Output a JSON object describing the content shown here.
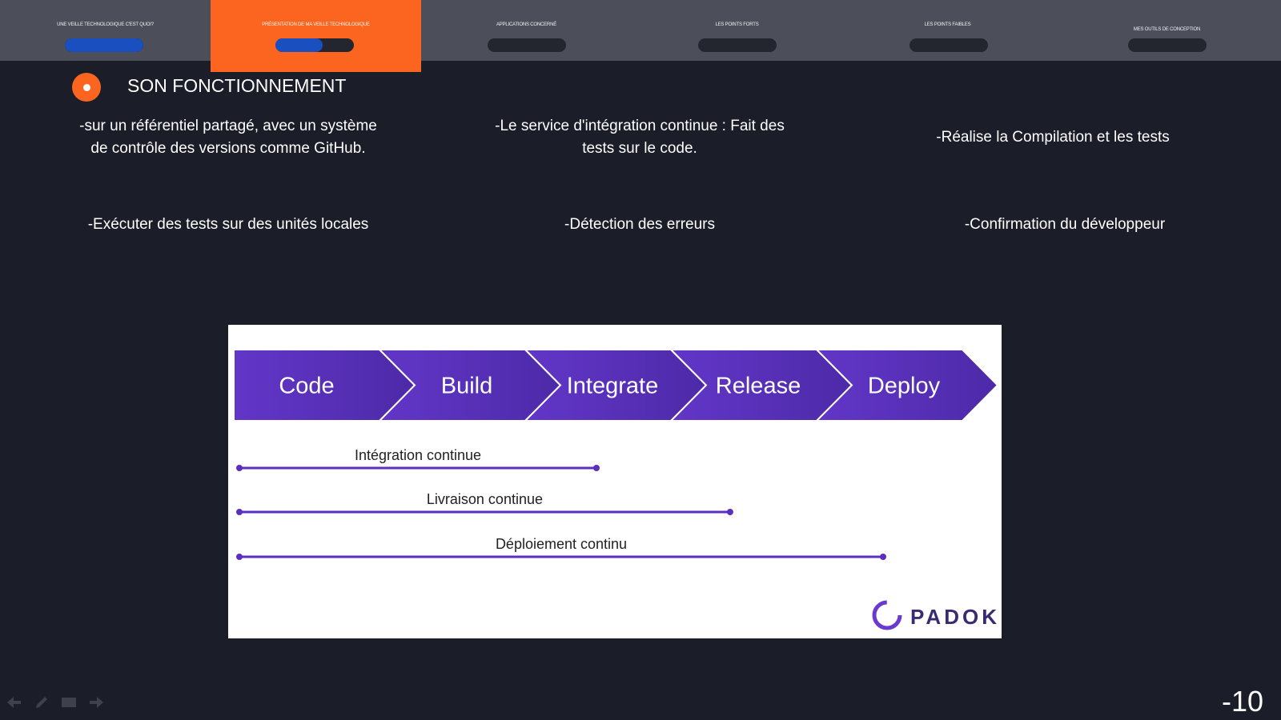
{
  "nav": {
    "items": [
      {
        "label": "UNE VEILLE TECHNOLOGIQUE C'EST QUOI?",
        "progress": 1.0
      },
      {
        "label": "PRÉSENTATION DE MA VEILLE TECHNOLOGIQUE",
        "progress": 0.6
      },
      {
        "label": "APPLICATIONS CONCERNÉ",
        "progress": 0
      },
      {
        "label": "LES POINTS FORTS",
        "progress": 0
      },
      {
        "label": "LES POINTS FAIBLES",
        "progress": 0
      },
      {
        "label": "MES OUTILS DE CONCEPTION",
        "progress": 0
      }
    ],
    "active_index": 1
  },
  "section": {
    "title": "SON FONCTIONNEMENT"
  },
  "content": {
    "c1_line1": "-sur un référentiel partagé, avec un système",
    "c1_line2": "de contrôle des versions comme GitHub.",
    "c2_line1": "-Le service d'intégration continue : Fait des",
    "c2_line2": "tests sur le code.",
    "c3": "-Réalise la  Compilation et les tests",
    "c4": "-Exécuter des tests sur des unités locales",
    "c5": "-Détection des erreurs",
    "c6": "-Confirmation du développeur"
  },
  "diagram": {
    "steps": [
      "Code",
      "Build",
      "Integrate",
      "Release",
      "Deploy"
    ],
    "spans": [
      {
        "label": "Intégration continue",
        "steps_covered": 2.5
      },
      {
        "label": "Livraison continue",
        "steps_covered": 3.45
      },
      {
        "label": "Déploiement continu",
        "steps_covered": 4.5
      }
    ],
    "brand": "PADOK",
    "colors": {
      "arrow": "#5a2fc0",
      "line": "#5a2fc0",
      "brand": "#3b2a72"
    }
  },
  "footer": {
    "icons": [
      "back-arrow-icon",
      "pen-icon",
      "screen-icon",
      "forward-arrow-icon"
    ],
    "slide_number": "-10"
  }
}
